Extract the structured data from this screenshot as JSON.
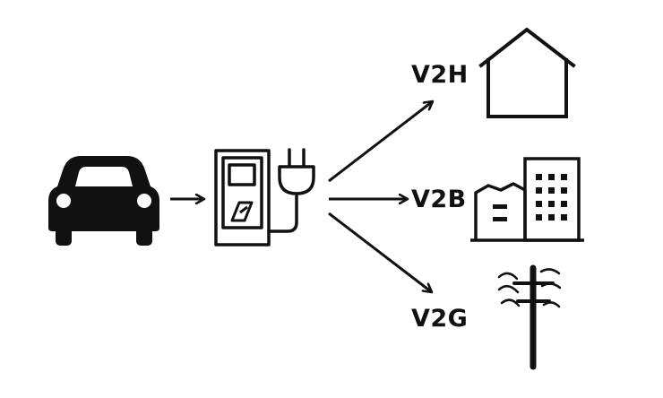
{
  "labels": {
    "v2h": "V2H",
    "v2b": "V2B",
    "v2g": "V2G"
  },
  "icons": [
    "car-icon",
    "charging-station-icon",
    "plug-icon",
    "house-icon",
    "buildings-icon",
    "utility-pole-icon"
  ],
  "colors": {
    "stroke": "#111111",
    "background": "#ffffff"
  }
}
